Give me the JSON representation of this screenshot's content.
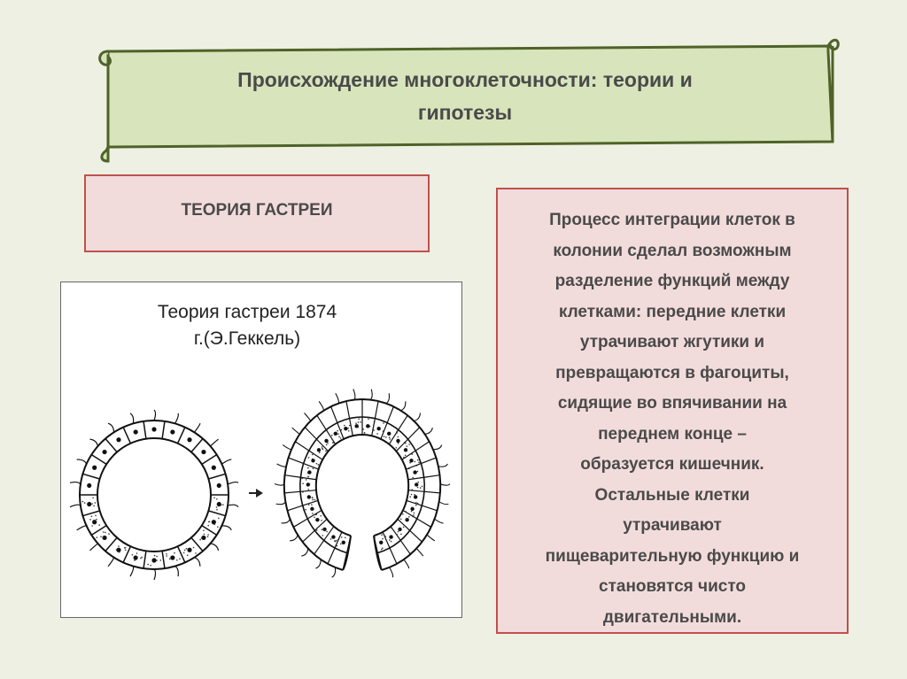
{
  "title": {
    "line1": "Происхождение многоклеточности: теории и",
    "line2": "гипотезы"
  },
  "theory_label": "ТЕОРИЯ ГАСТРЕИ",
  "figure": {
    "caption_line1": "Теория гастреи 1874",
    "caption_line2": "г.(Э.Геккель)",
    "arrow_icon": "arrow-right-icon"
  },
  "description": {
    "lines": [
      "Процесс интеграции клеток в",
      "колонии сделал возможным",
      "разделение функций между",
      "клетками: передние клетки",
      "утрачивают жгутики и",
      "превращаются в фагоциты,",
      "сидящие во впячивании на",
      "переднем конце –",
      "образуется кишечник.",
      "Остальные клетки",
      "утрачивают",
      "пищеварительную функцию и",
      "становятся чисто",
      "двигательными."
    ]
  },
  "colors": {
    "banner_fill": "#d8e4bc",
    "banner_stroke": "#4f6228",
    "box_fill": "#f2dcdb",
    "box_stroke": "#c0504d",
    "text": "#4a4a4a"
  }
}
